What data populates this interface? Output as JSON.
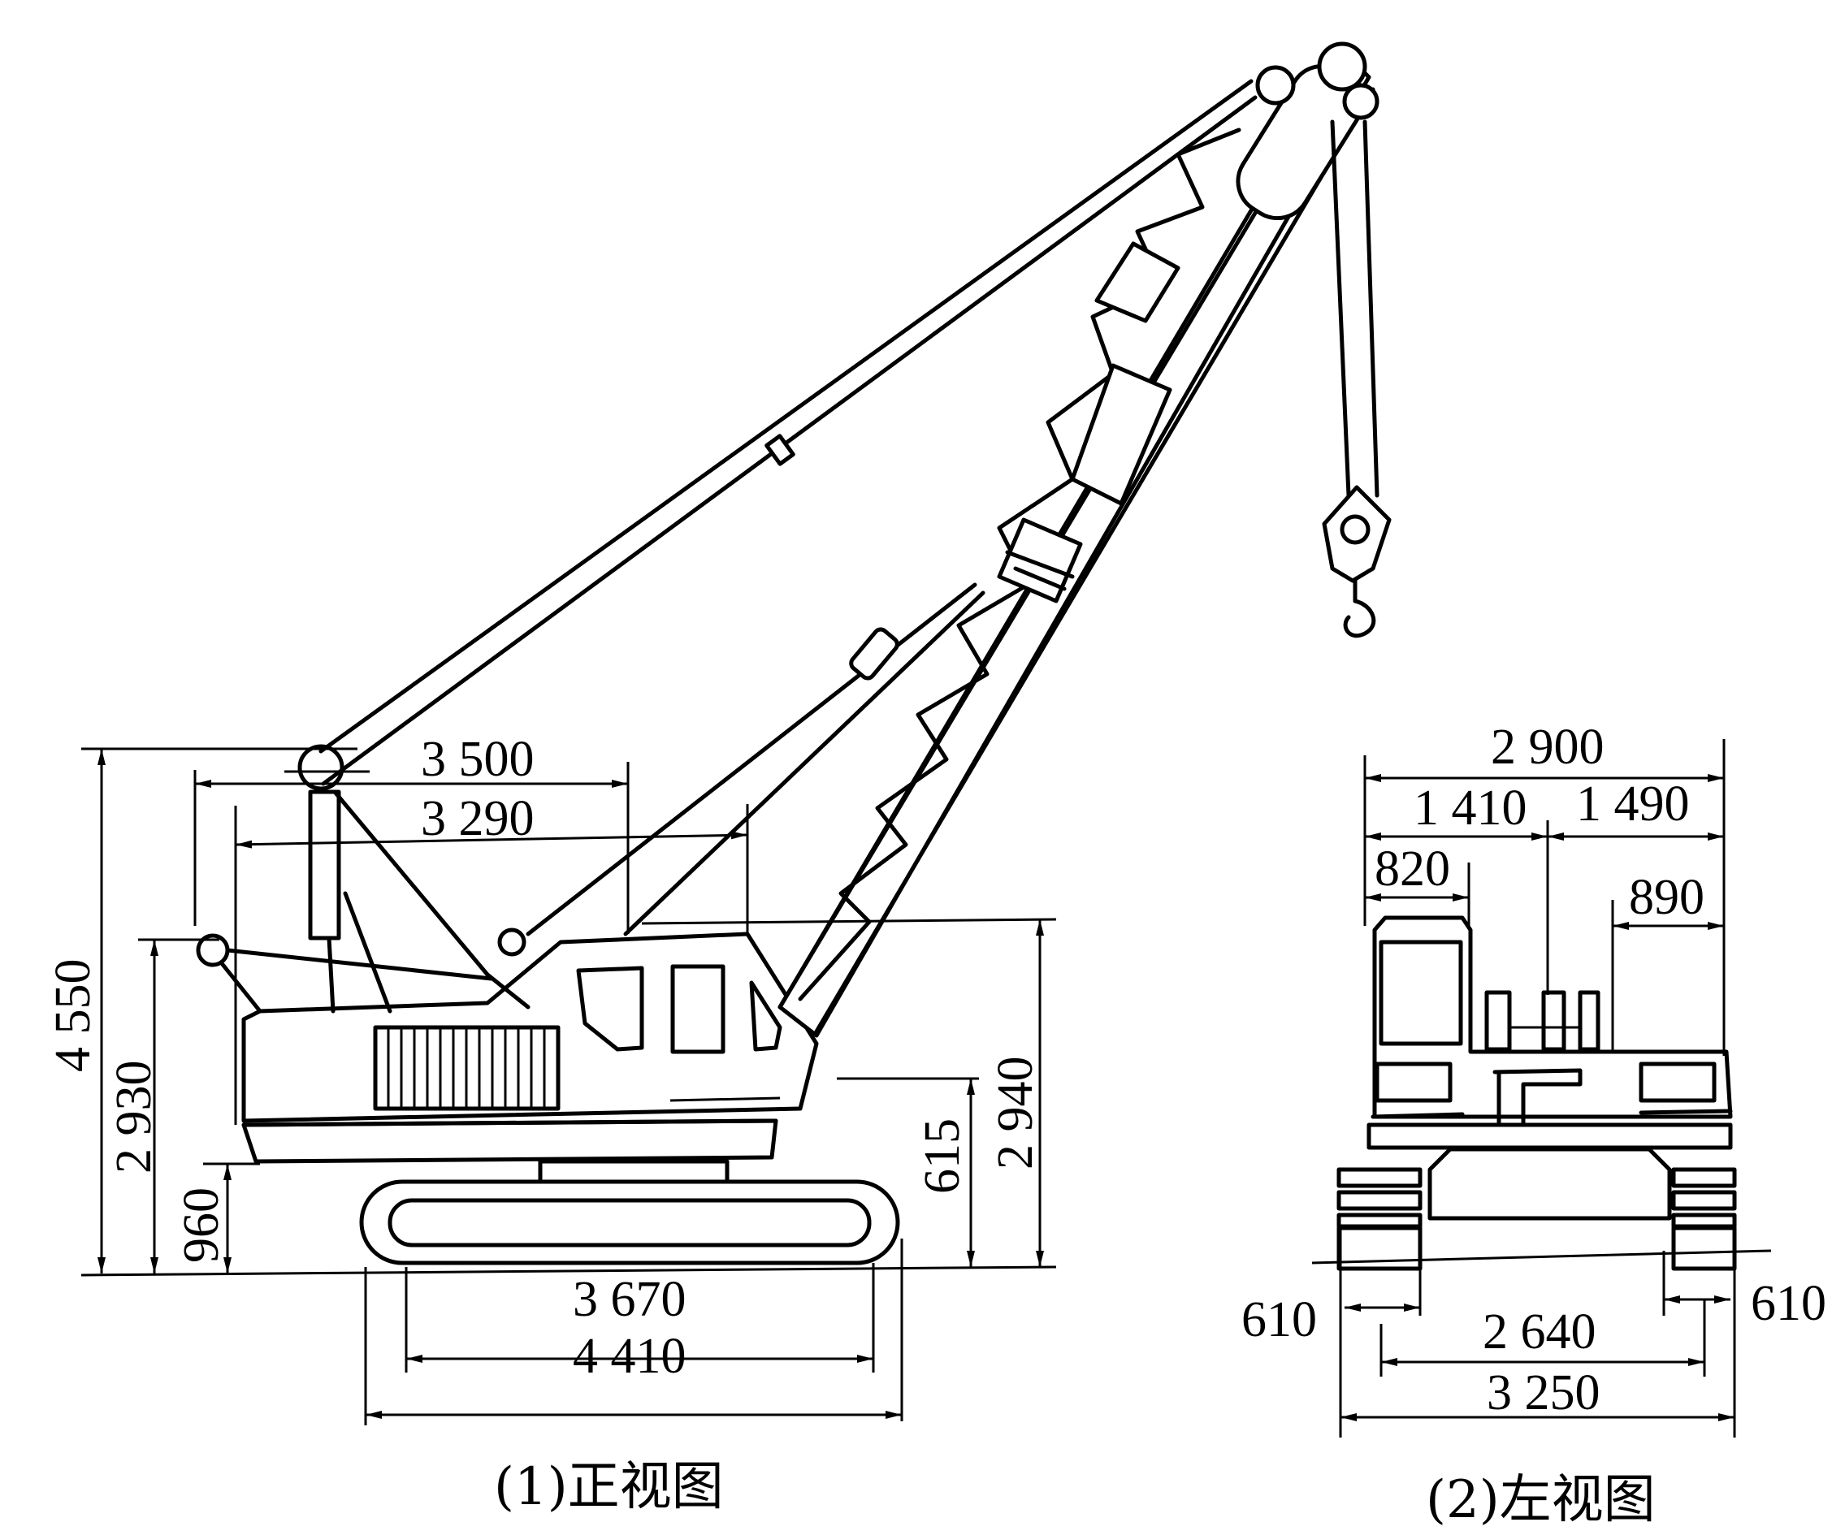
{
  "front_view": {
    "caption": "(1)正视图",
    "dims": {
      "d3500": "3 500",
      "d3290": "3 290",
      "d4550": "4 550",
      "d2930": "2 930",
      "d960": "960",
      "d615": "615",
      "d2940": "2 940",
      "d3670": "3 670",
      "d4410": "4 410"
    }
  },
  "side_view": {
    "caption": "(2)左视图",
    "dims": {
      "d2900": "2 900",
      "d1410": "1 410",
      "d1490": "1 490",
      "d820": "820",
      "d890": "890",
      "d610_left": "610",
      "d610_right": "610",
      "d2640": "2 640",
      "d3250": "3 250"
    }
  }
}
